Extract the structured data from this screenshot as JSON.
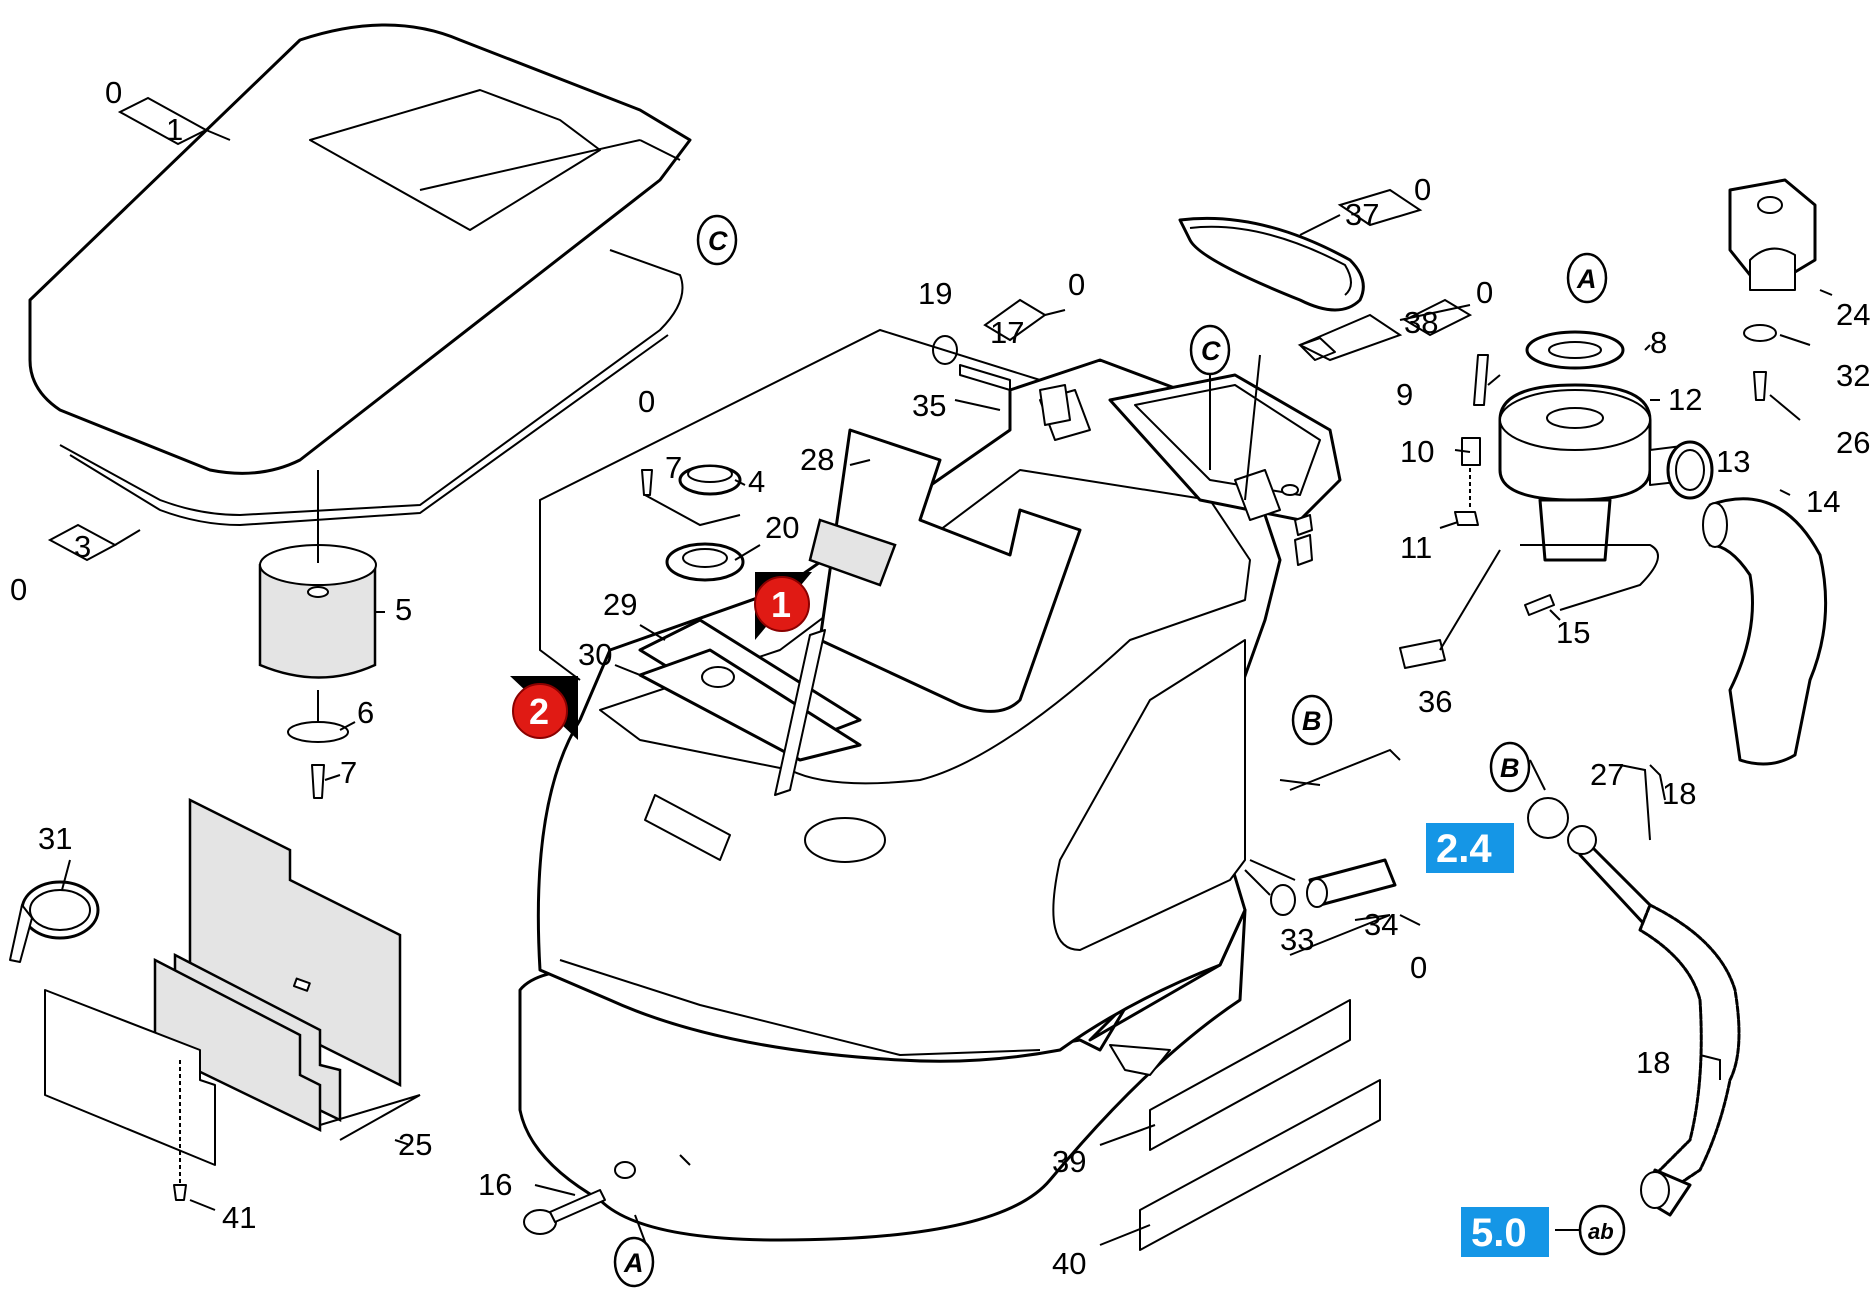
{
  "parts": {
    "p0_top": "0",
    "p1": "1",
    "p0_gasket": "0",
    "p3": "3",
    "p5": "5",
    "p6": "6",
    "p7_left": "7",
    "p31": "31",
    "p25": "25",
    "p41": "41",
    "p16": "16",
    "p0_body": "0",
    "p7_mid": "7",
    "p4": "4",
    "p20": "20",
    "p28": "28",
    "p29": "29",
    "p30": "30",
    "p35": "35",
    "p19": "19",
    "p17": "17",
    "p0_17": "0",
    "p37": "37",
    "p0_37": "0",
    "p38": "38",
    "p0_38": "0",
    "p8": "8",
    "p9": "9",
    "p12": "12",
    "p10": "10",
    "p11": "11",
    "p13": "13",
    "p14": "14",
    "p15": "15",
    "p36": "36",
    "p24": "24",
    "p32": "32",
    "p26": "26",
    "p27": "27",
    "p18_top": "18",
    "p18_mid": "18",
    "p33": "33",
    "p34": "34",
    "p0_33": "0",
    "p39": "39",
    "p40": "40"
  },
  "refs": {
    "c_top": "C",
    "c_body": "C",
    "a_motor": "A",
    "a_bottom": "A",
    "b_body": "B",
    "b_hose": "B",
    "ab_hose": "ab"
  },
  "badges": {
    "badge_24": "2.4",
    "badge_50": "5.0"
  },
  "markers": {
    "m1": "1",
    "m2": "2"
  },
  "colors": {
    "badge": "#1596e6",
    "marker": "#e01a14",
    "filter_shade": "#e4e4e4"
  }
}
